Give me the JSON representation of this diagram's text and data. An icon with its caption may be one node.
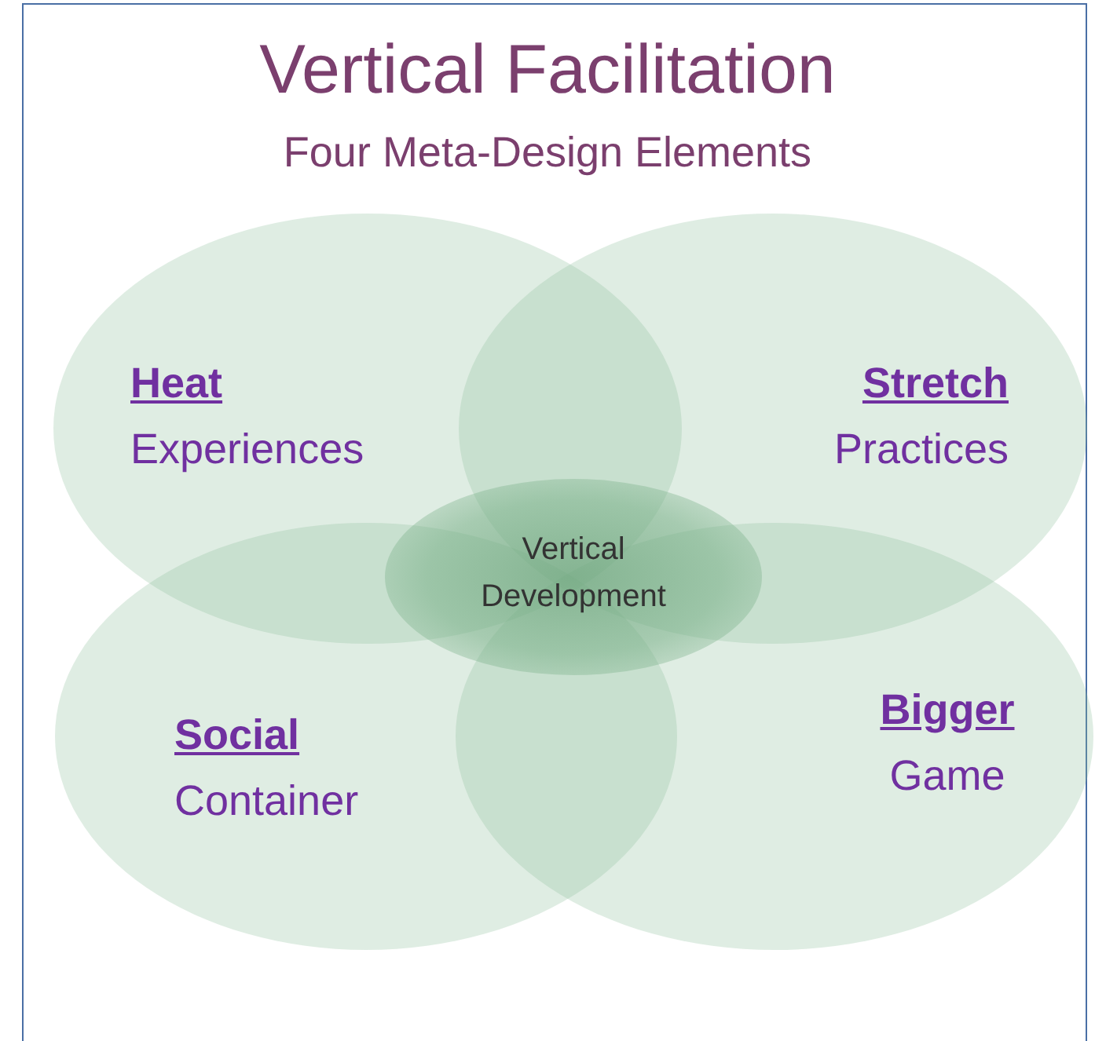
{
  "diagram": {
    "title": "Vertical Facilitation",
    "nodes": [
      {
        "text": [
          "Heat",
          "Experiences"
        ]
      },
      {
        "text": [
          "Stretch",
          "Practices"
        ]
      },
      {
        "text": [
          "Social",
          "Container"
        ]
      },
      {
        "text": [
          "Bigger",
          "Game"
        ]
      },
      {
        "text": [
          "Vertical Development"
        ]
      }
    ],
    "edges": [],
    "labels": [
      "Four Meta-Design Elements"
    ]
  }
}
